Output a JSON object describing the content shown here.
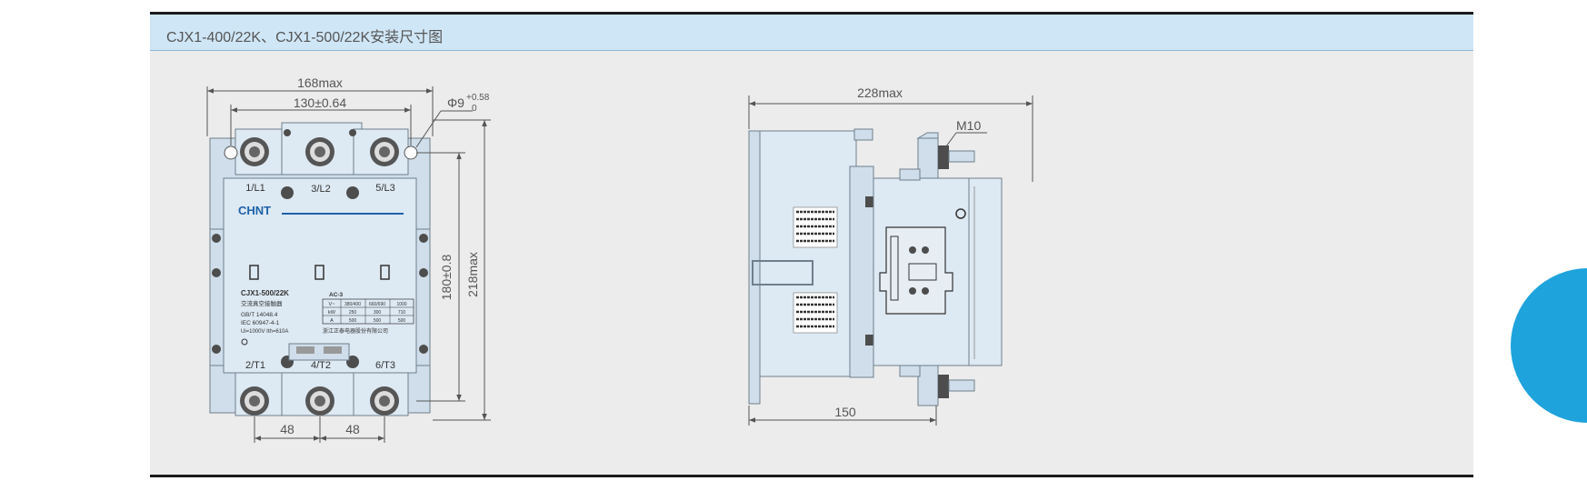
{
  "header": {
    "title": "CJX1-400/22K、CJX1-500/22K安装尺寸图"
  },
  "front_view": {
    "dim_overall_width": "168max",
    "dim_hole_spacing": "130±0.64",
    "dim_hole_dia": "Φ9",
    "dim_hole_tol_upper": "+0.58",
    "dim_hole_tol_lower": "0",
    "dim_hole_height": "180±0.8",
    "dim_overall_height": "218max",
    "dim_pole_pitch_left": "48",
    "dim_pole_pitch_right": "48",
    "terminals_top": [
      "1/L1",
      "3/L2",
      "5/L3"
    ],
    "terminals_bottom": [
      "2/T1",
      "4/T2",
      "6/T3"
    ],
    "brand": "CHNT",
    "nameplate": {
      "model": "CJX1-500/22K",
      "name": "交流真空接触器",
      "std1": "GB/T 14048.4",
      "std2": "IEC 60947-4-1",
      "ratings": "Ui=1000V Ith=610A",
      "category": "AC-3",
      "row_labels": [
        "V~",
        "kW",
        "A"
      ],
      "row_values": [
        [
          "380/400",
          "660/690",
          "1000"
        ],
        [
          "250",
          "300",
          "710"
        ],
        [
          "500",
          "500",
          "500"
        ]
      ],
      "maker": "浙江正泰电器股份有限公司"
    }
  },
  "side_view": {
    "dim_overall_depth": "228max",
    "dim_mount_depth": "150",
    "dim_thread": "M10"
  }
}
